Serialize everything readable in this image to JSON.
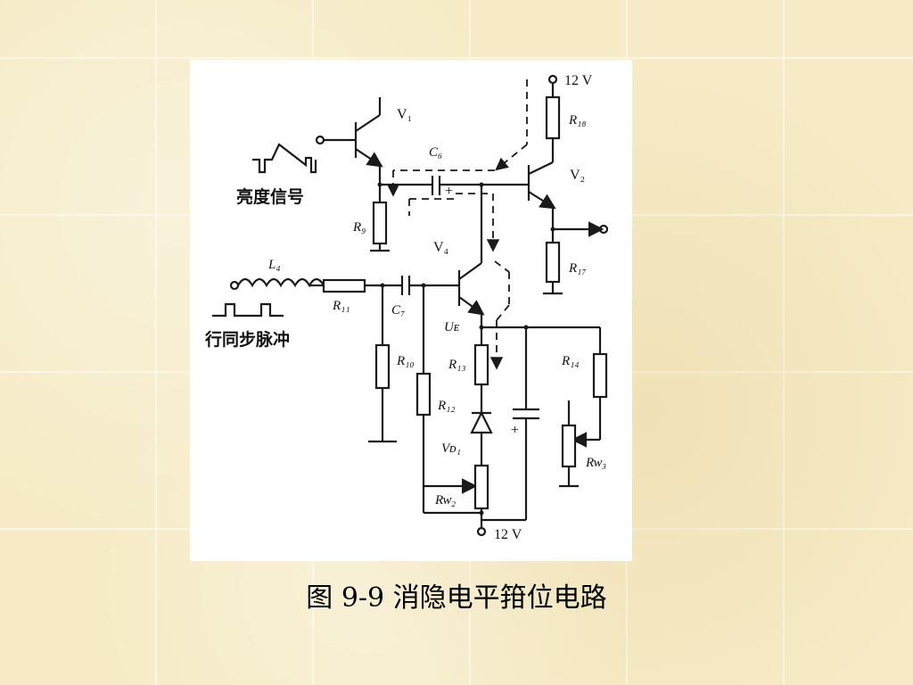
{
  "labels": {
    "v1": "V₁",
    "v2": "V₂",
    "v4": "V₄",
    "vd1": "Vᴅ₁",
    "c6": "C₆",
    "c7": "C₇",
    "r9": "R₉",
    "r10": "R₁₀",
    "r11": "R₁₁",
    "r12": "R₁₂",
    "r13": "R₁₃",
    "r14": "R₁₄",
    "r17": "R₁₇",
    "r18": "R₁₈",
    "rw2": "Rᴡ₂",
    "rw3": "Rᴡ₃",
    "l4": "L₄",
    "ue": "Uᴇ",
    "supply_top": "12 V",
    "supply_bottom": "12 V",
    "brightness_signal": "亮度信号",
    "line_sync_pulse": "行同步脉冲",
    "plus": "+",
    "plus2": "+"
  },
  "caption": "图 9-9 消隐电平箝位电路"
}
